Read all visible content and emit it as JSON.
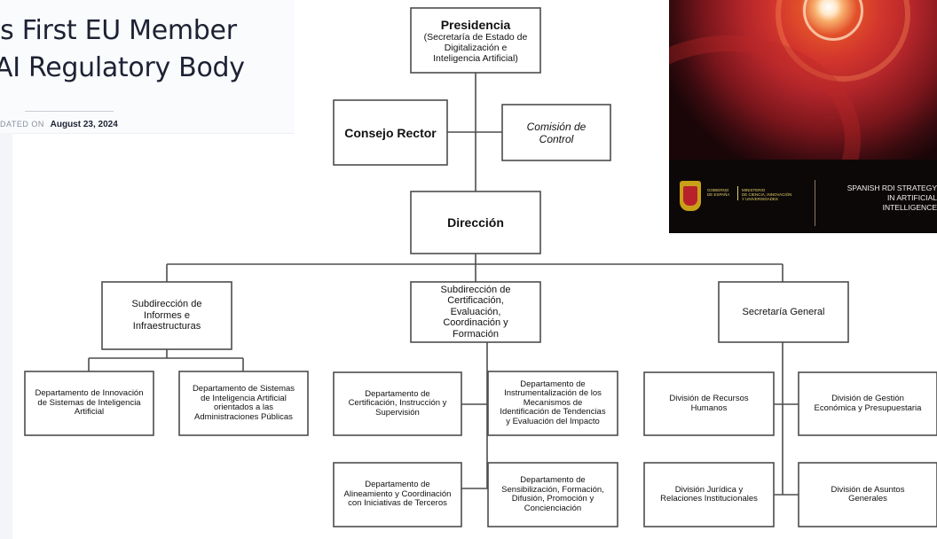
{
  "article": {
    "headline_line1": "es First EU Member",
    "headline_line2": "AI Regulatory Body",
    "updated_label": "DATED ON",
    "updated_date": "August 23, 2024"
  },
  "org_chart": {
    "presidencia_title": "Presidencia",
    "presidencia_sub1": "(Secretaría de Estado de",
    "presidencia_sub2": "Digitalización e",
    "presidencia_sub3": "Inteligencia Artificial)",
    "consejo_rector": "Consejo Rector",
    "comision_line1": "Comisión de",
    "comision_line2": "Control",
    "direccion": "Dirección",
    "subdir_informes": [
      "Subdirección de",
      "Informes e",
      "Infraestructuras"
    ],
    "subdir_certificacion": [
      "Subdirección de",
      "Certificación,",
      "Evaluación,",
      "Coordinación y",
      "Formación"
    ],
    "secretaria_general": "Secretaría General",
    "depto_innovacion": [
      "Departamento de Innovación",
      "de Sistemas de Inteligencia",
      "Artificial"
    ],
    "depto_sistemas_ap": [
      "Departamento de Sistemas",
      "de Inteligencia Artificial",
      "orientados a las",
      "Administraciones Públicas"
    ],
    "depto_certificacion": [
      "Departamento de",
      "Certificación, Instrucción y",
      "Supervisión"
    ],
    "depto_instrumentalizacion": [
      "Departamento de",
      "Instrumentalización de los",
      "Mecanismos de",
      "Identificación de Tendencias",
      "y Evaluación del Impacto"
    ],
    "depto_alineamiento": [
      "Departamento de",
      "Alineamiento y Coordinación",
      "con Iniciativas de Terceros"
    ],
    "depto_sensibilizacion": [
      "Departamento de",
      "Sensibilización, Formación,",
      "Difusión, Promoción y",
      "Concienciación"
    ],
    "div_recursos_humanos": [
      "División de Recursos",
      "Humanos"
    ],
    "div_gestion_economica": [
      "División de Gestión",
      "Económica y Presupuestaria"
    ],
    "div_juridica": [
      "División Jurídica y",
      "Relaciones Institucionales"
    ],
    "div_asuntos_generales": [
      "División de Asuntos",
      "Generales"
    ]
  },
  "poster": {
    "gov_text": "GOBIERNO\nDE ESPAÑA",
    "ministry_text": "MINISTERIO\nDE CIENCIA, INNOVACIÓN\nY UNIVERSIDADES",
    "strategy_line1": "SPANISH RDI STRATEGY",
    "strategy_line2": "IN ARTIFICIAL",
    "strategy_line3": "INTELLIGENCE"
  }
}
